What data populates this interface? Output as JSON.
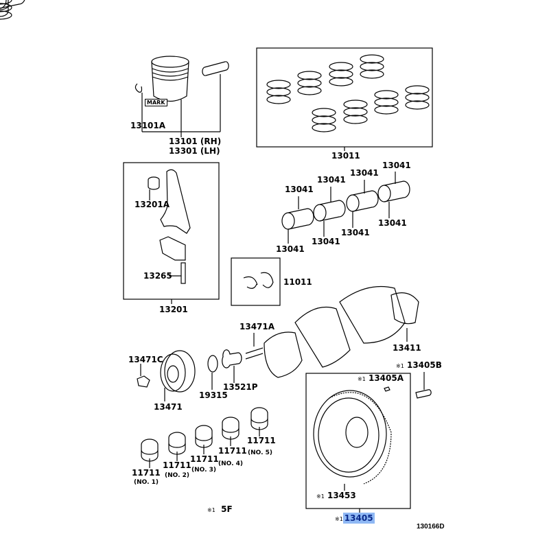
{
  "diagram": {
    "mark_label": "MARK",
    "labels": {
      "p13101A": "13101A",
      "p13101": "13101 (RH)",
      "p13301": "13301 (LH)",
      "p13011": "13011",
      "p13041": [
        "13041",
        "13041",
        "13041",
        "13041",
        "13041",
        "13041",
        "13041",
        "13041"
      ],
      "p13201A": "13201A",
      "p13265": "13265",
      "p13201": "13201",
      "p11011": "11011",
      "p13471A": "13471A",
      "p13411": "13411",
      "p13471C": "13471C",
      "p13471": "13471",
      "p19315": "19315",
      "p13521P": "13521P",
      "p13405B": "13405B",
      "p13405A": "13405A",
      "p13453": "13453",
      "p13405": "13405"
    },
    "bearings_11711": [
      {
        "part": "11711",
        "note": "(NO. 1)"
      },
      {
        "part": "11711",
        "note": "(NO. 2)"
      },
      {
        "part": "11711",
        "note": "(NO. 3)"
      },
      {
        "part": "11711",
        "note": "(NO. 4)"
      },
      {
        "part": "11711",
        "note": "(NO. 5)"
      }
    ],
    "note_symbol": "※1",
    "footnote_value": "5F",
    "diagram_code": "130166D",
    "highlight_color": "#8fb8f4"
  }
}
